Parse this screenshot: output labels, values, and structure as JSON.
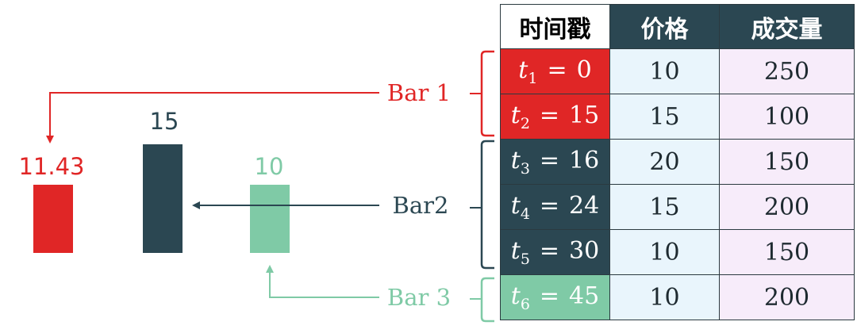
{
  "colors": {
    "bar1": "#e02626",
    "bar2": "#2b4752",
    "bar3": "#7fcaa6",
    "price_bg": "#e9f5fc",
    "volume_bg": "#f7ecfa"
  },
  "bars": [
    {
      "value_label": "11.43",
      "color_key": "bar1"
    },
    {
      "value_label": "15",
      "color_key": "bar2"
    },
    {
      "value_label": "10",
      "color_key": "bar3"
    }
  ],
  "groups": [
    {
      "label": "Bar 1",
      "color_key": "bar1"
    },
    {
      "label": "Bar2",
      "color_key": "bar2"
    },
    {
      "label": "Bar 3",
      "color_key": "bar3"
    }
  ],
  "table": {
    "headers": [
      "时间戳",
      "价格",
      "成交量"
    ],
    "rows": [
      {
        "t_var": "t",
        "t_sub": "1",
        "t_eq": "=",
        "t_val": "0",
        "price": "10",
        "volume": "250",
        "group_color": "bar1"
      },
      {
        "t_var": "t",
        "t_sub": "2",
        "t_eq": "=",
        "t_val": "15",
        "price": "15",
        "volume": "100",
        "group_color": "bar1"
      },
      {
        "t_var": "t",
        "t_sub": "3",
        "t_eq": "=",
        "t_val": "16",
        "price": "20",
        "volume": "150",
        "group_color": "bar2"
      },
      {
        "t_var": "t",
        "t_sub": "4",
        "t_eq": "=",
        "t_val": "24",
        "price": "15",
        "volume": "200",
        "group_color": "bar2"
      },
      {
        "t_var": "t",
        "t_sub": "5",
        "t_eq": "=",
        "t_val": "30",
        "price": "10",
        "volume": "150",
        "group_color": "bar2"
      },
      {
        "t_var": "t",
        "t_sub": "6",
        "t_eq": "=",
        "t_val": "45",
        "price": "10",
        "volume": "200",
        "group_color": "bar3"
      }
    ]
  }
}
